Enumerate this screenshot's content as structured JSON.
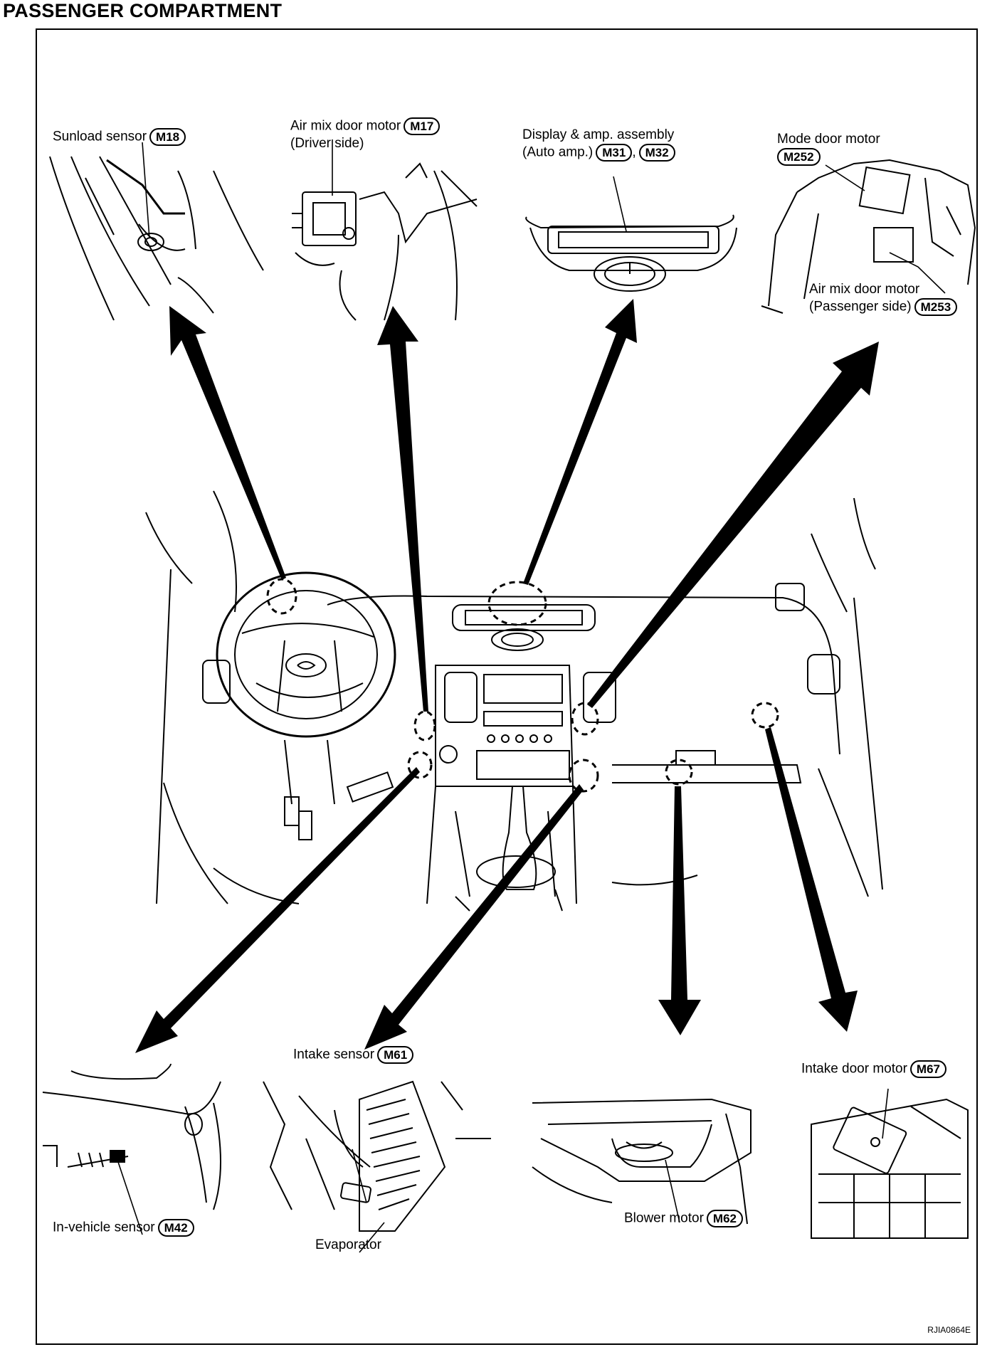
{
  "title": "PASSENGER COMPARTMENT",
  "figure_code": "RJIA0864E",
  "components": [
    {
      "id": "sunload",
      "label": "Sunload sensor",
      "connectors": [
        "M18"
      ]
    },
    {
      "id": "airmix-driver",
      "label": "Air mix door motor",
      "sub": "(Driver side)",
      "connectors": [
        "M17"
      ]
    },
    {
      "id": "display-amp",
      "label": "Display & amp. assembly",
      "sub": "(Auto amp.)",
      "connectors": [
        "M31",
        "M32"
      ],
      "separator": ","
    },
    {
      "id": "mode-door",
      "label": "Mode door motor",
      "connectors": [
        "M252"
      ]
    },
    {
      "id": "airmix-passenger",
      "label": "Air mix door motor",
      "sub": "(Passenger side)",
      "connectors": [
        "M253"
      ]
    },
    {
      "id": "in-vehicle",
      "label": "In-vehicle sensor",
      "connectors": [
        "M42"
      ]
    },
    {
      "id": "intake-sensor",
      "label": "Intake sensor",
      "connectors": [
        "M61"
      ]
    },
    {
      "id": "evaporator",
      "label": "Evaporator",
      "connectors": []
    },
    {
      "id": "blower",
      "label": "Blower motor",
      "connectors": [
        "M62"
      ]
    },
    {
      "id": "intake-door",
      "label": "Intake door motor",
      "connectors": [
        "M67"
      ]
    }
  ]
}
